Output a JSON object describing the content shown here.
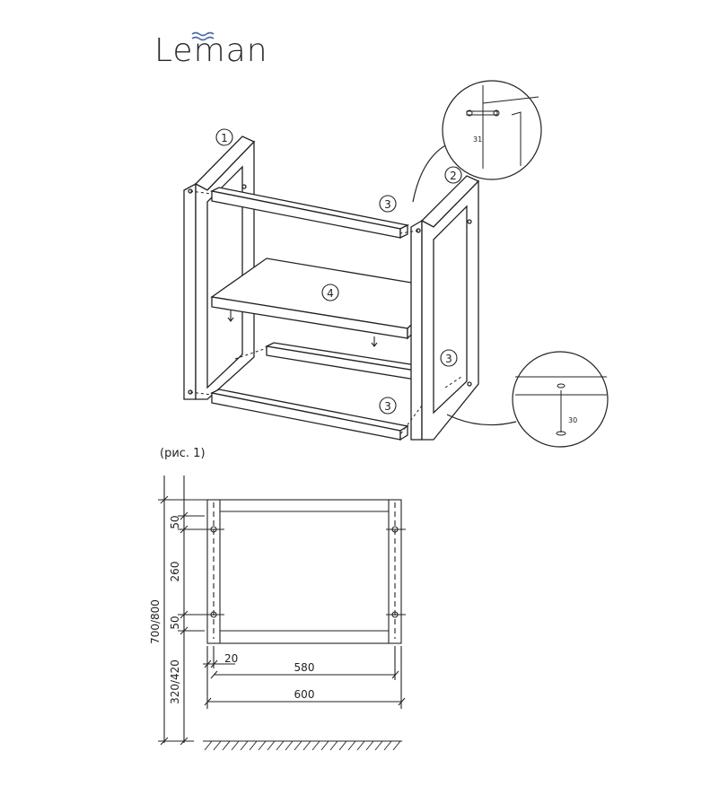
{
  "brand": {
    "name": "Leman"
  },
  "assembly": {
    "part_numbers": {
      "frame_left": "1",
      "frame_right": "2",
      "bar_top": "3",
      "bar_middle": "3",
      "bar_bottom": "3",
      "shelf": "4"
    },
    "screw_top_length": "31",
    "screw_bottom_length": "30"
  },
  "figure_caption": "(рис. 1)",
  "dimensions": {
    "height_total": "700/800",
    "floor_gap": "320/420",
    "top_offset": "50",
    "middle_gap": "260",
    "bottom_offset": "50",
    "leg_width": "20",
    "hole_span": "580",
    "total_width": "600"
  }
}
